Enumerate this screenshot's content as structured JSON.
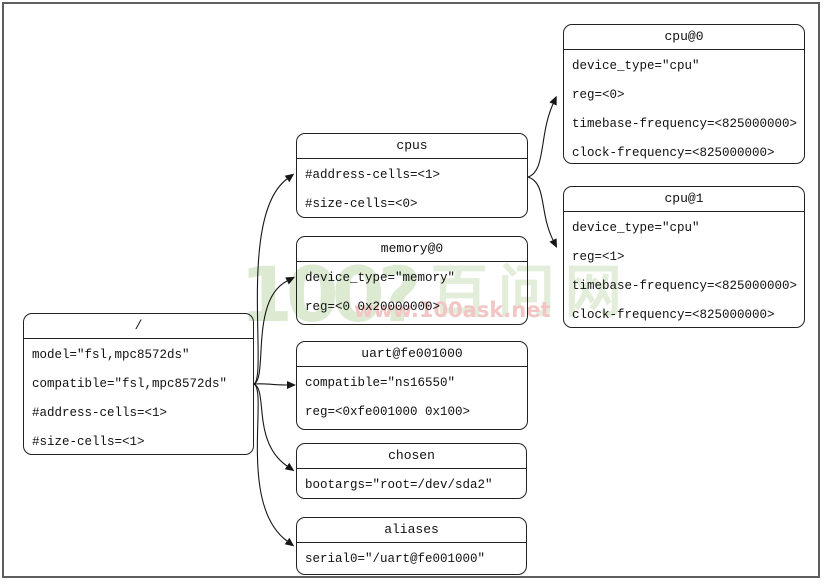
{
  "diagram_title": "device tree graph",
  "watermark": {
    "logo": "100?",
    "cn": "百问网",
    "url": "www.100ask.net",
    "green": "#dcead2",
    "pink": "#f1c6c4"
  },
  "nodes": {
    "root": {
      "title": "/",
      "props": [
        "model=\"fsl,mpc8572ds\"",
        "compatible=\"fsl,mpc8572ds\"",
        "#address-cells=<1>",
        "#size-cells=<1>"
      ]
    },
    "cpus": {
      "title": "cpus",
      "props": [
        "#address-cells=<1>",
        "#size-cells=<0>"
      ]
    },
    "cpu0": {
      "title": "cpu@0",
      "props": [
        "device_type=\"cpu\"",
        "reg=<0>",
        "timebase-frequency=<825000000>",
        "clock-frequency=<825000000>"
      ]
    },
    "cpu1": {
      "title": "cpu@1",
      "props": [
        "device_type=\"cpu\"",
        "reg=<1>",
        "timebase-frequency=<825000000>",
        "clock-frequency=<825000000>"
      ]
    },
    "memory": {
      "title": "memory@0",
      "props": [
        "device_type=\"memory\"",
        "reg=<0 0x20000000>"
      ]
    },
    "uart": {
      "title": "uart@fe001000",
      "props": [
        "compatible=\"ns16550\"",
        "reg=<0xfe001000 0x100>"
      ]
    },
    "chosen": {
      "title": "chosen",
      "props": [
        "bootargs=\"root=/dev/sda2\""
      ]
    },
    "aliases": {
      "title": "aliases",
      "props": [
        "serial0=\"/uart@fe001000\""
      ]
    }
  },
  "edges": [
    {
      "from": "/",
      "to": "cpus"
    },
    {
      "from": "/",
      "to": "memory@0"
    },
    {
      "from": "/",
      "to": "uart@fe001000"
    },
    {
      "from": "/",
      "to": "chosen"
    },
    {
      "from": "/",
      "to": "aliases"
    },
    {
      "from": "cpus",
      "to": "cpu@0"
    },
    {
      "from": "cpus",
      "to": "cpu@1"
    }
  ]
}
